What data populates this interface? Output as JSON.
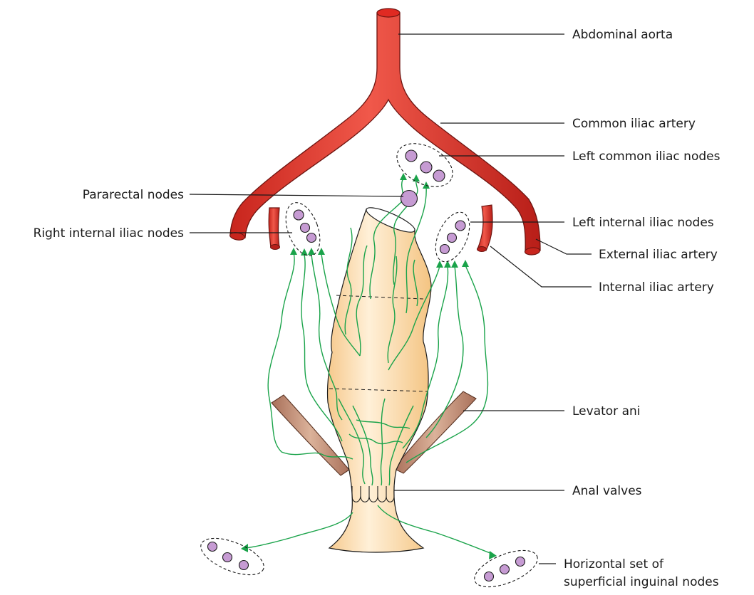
{
  "colors": {
    "artery": "#e83b2d",
    "artery_dark": "#b71f1a",
    "rectum": "#fde0b2",
    "lymph_vessel": "#1aa34a",
    "lymph_node": "#c69bd3",
    "levator": "#c89478"
  },
  "labels": {
    "abdominal_aorta": "Abdominal aorta",
    "common_iliac_artery": "Common iliac artery",
    "left_common_iliac_nodes": "Left common iliac nodes",
    "pararectal_nodes": "Pararectal nodes",
    "left_internal_iliac_nodes": "Left internal iliac nodes",
    "right_internal_iliac_nodes": "Right internal iliac nodes",
    "external_iliac_artery": "External iliac artery",
    "internal_iliac_artery": "Internal iliac artery",
    "levator_ani": "Levator ani",
    "anal_valves": "Anal valves",
    "superficial_inguinal_line1": "Horizontal set of",
    "superficial_inguinal_line2": "superficial inguinal nodes"
  }
}
